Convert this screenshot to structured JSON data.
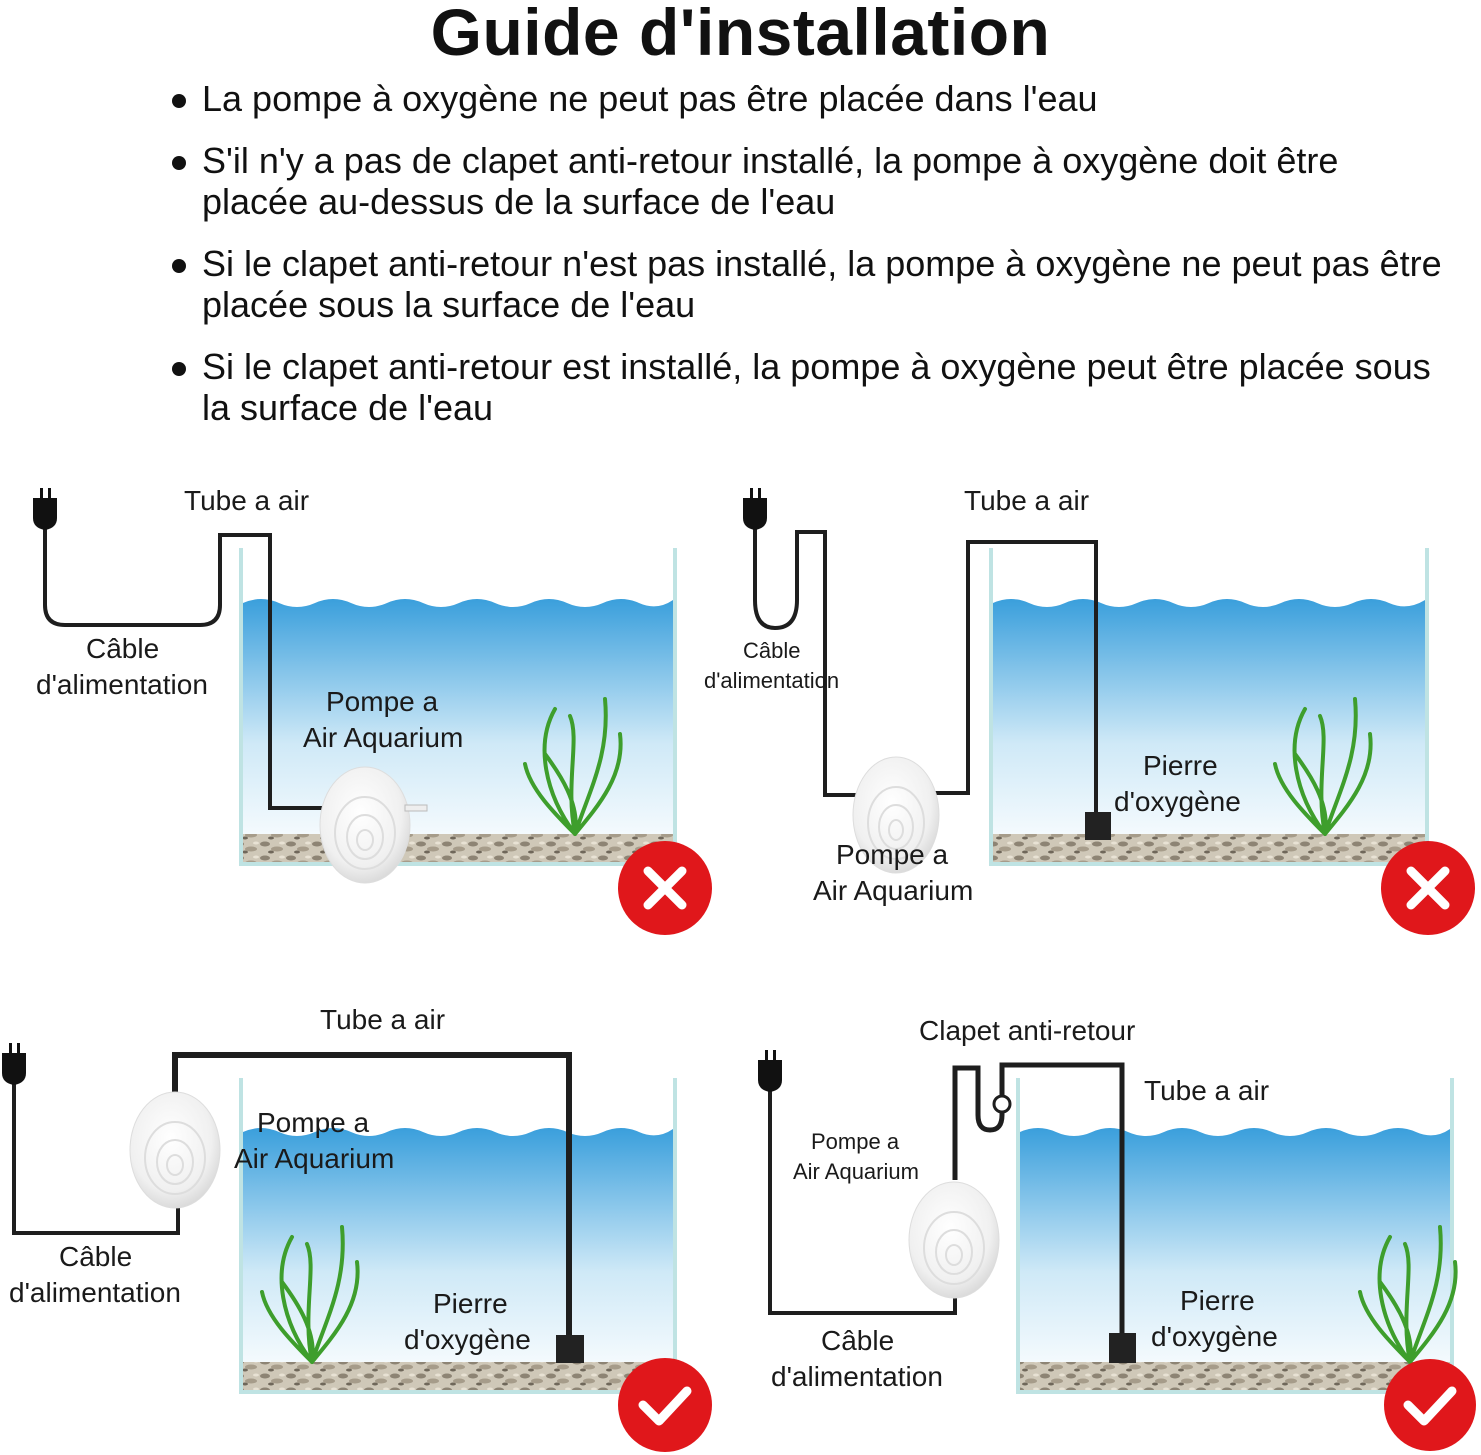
{
  "title": "Guide d'installation",
  "bullets": [
    "La pompe à oxygène ne peut pas être placée dans l'eau",
    "S'il n'y a pas de clapet anti-retour installé, la pompe à oxygène doit être placée au-dessus de la surface de l'eau",
    "Si le clapet anti-retour n'est pas installé, la pompe à oxygène ne peut pas être placée sous la surface de l'eau",
    "Si le clapet anti-retour est installé, la pompe à oxygène peut être placée sous la surface de l'eau"
  ],
  "colors": {
    "wrong": "#e0171b",
    "correct": "#e0171b",
    "water_top": "#3a9fdc",
    "water_bottom": "#ffffff",
    "tank_edge": "#bfe3e3",
    "tube": "#1e1e1e",
    "plant": "#3e9e2c"
  },
  "panels": [
    {
      "status": "wrong",
      "status_icon": "cross-icon",
      "labels": {
        "tube": "Tube a air",
        "cable_1": "Câble",
        "cable_2": "d'alimentation",
        "pump_1": "Pompe a",
        "pump_2": "Air Aquarium"
      }
    },
    {
      "status": "wrong",
      "status_icon": "cross-icon",
      "labels": {
        "tube": "Tube a air",
        "cable_1": "Câble",
        "cable_2": "d'alimentation",
        "stone_1": "Pierre",
        "stone_2": "d'oxygène",
        "pump_1": "Pompe a",
        "pump_2": "Air Aquarium"
      }
    },
    {
      "status": "correct",
      "status_icon": "check-icon",
      "labels": {
        "tube": "Tube a air",
        "pump_1": "Pompe a",
        "pump_2": "Air Aquarium",
        "cable_1": "Câble",
        "cable_2": "d'alimentation",
        "stone_1": "Pierre",
        "stone_2": "d'oxygène"
      }
    },
    {
      "status": "correct",
      "status_icon": "check-icon",
      "labels": {
        "valve": "Clapet anti-retour",
        "tube": "Tube a air",
        "pump_1": "Pompe a",
        "pump_2": "Air Aquarium",
        "stone_1": "Pierre",
        "stone_2": "d'oxygène",
        "cable_1": "Câble",
        "cable_2": "d'alimentation"
      }
    }
  ]
}
